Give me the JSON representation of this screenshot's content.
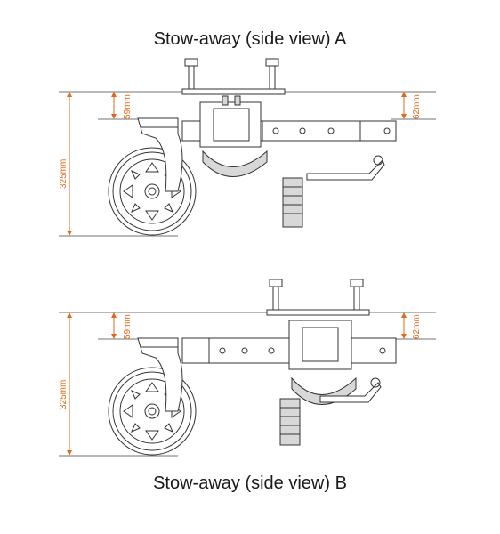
{
  "titles": {
    "a": "Stow-away (side view) A",
    "b": "Stow-away (side view) B"
  },
  "dimensions": {
    "a": {
      "height": "325mm",
      "left_offset": "59mm",
      "right_offset": "62mm"
    },
    "b": {
      "height": "325mm",
      "left_offset": "59mm",
      "right_offset": "62mm"
    }
  },
  "colors": {
    "dimension": "#e06a1a",
    "line": "#333333"
  }
}
